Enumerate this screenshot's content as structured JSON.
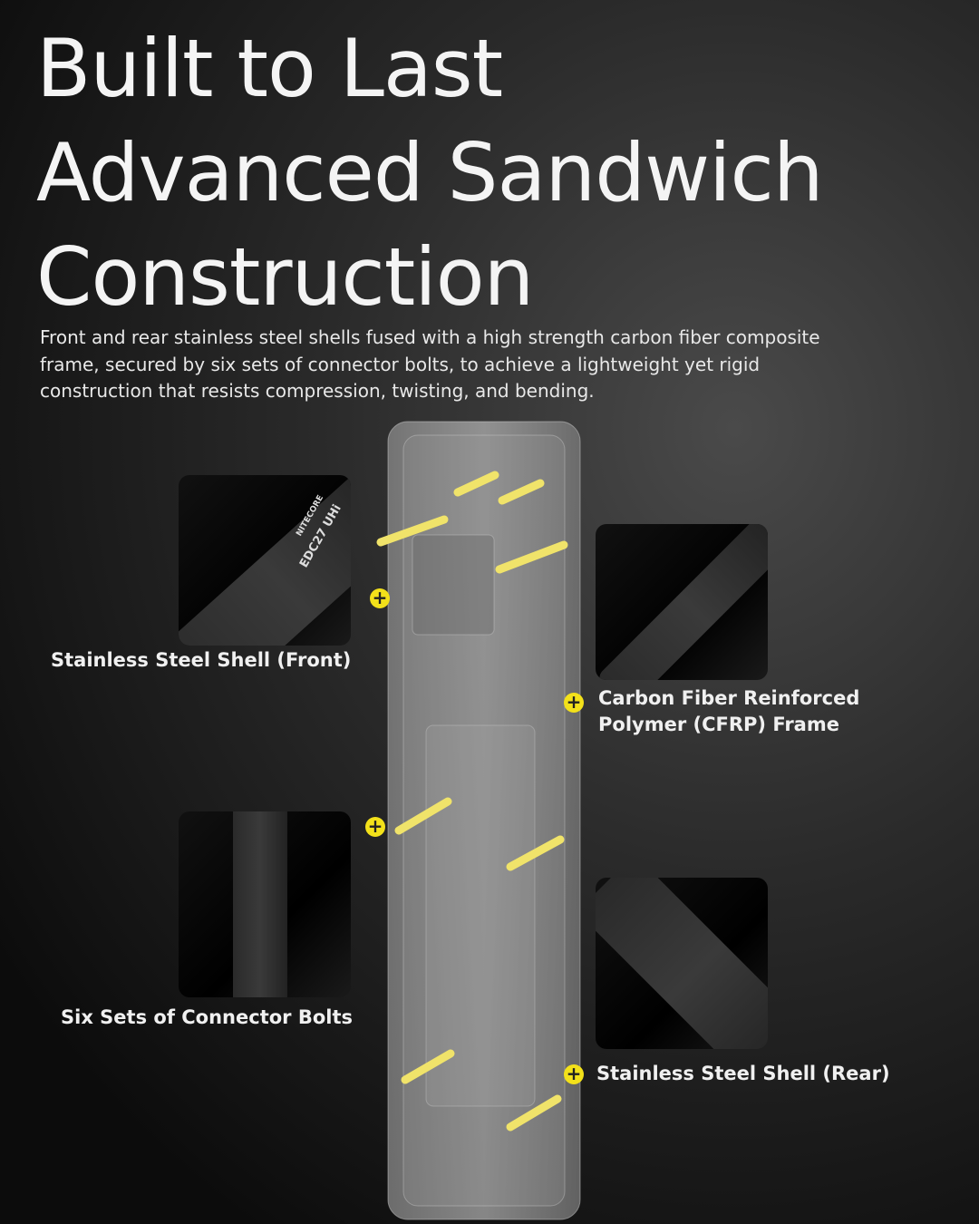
{
  "title": {
    "lines": [
      "Built to Last",
      "Advanced Sandwich",
      "Construction"
    ]
  },
  "description": "Front and rear stainless steel shells fused with a high strength carbon fiber composite frame, secured by six sets of connector bolts, to achieve a lightweight yet rigid construction that resists compression, twisting, and bending.",
  "callouts": [
    {
      "label": "Stainless Steel Shell (Front)",
      "icon": "plus-icon"
    },
    {
      "label_line1": "Carbon Fiber Reinforced",
      "label_line2": "Polymer (CFRP) Frame",
      "icon": "plus-icon"
    },
    {
      "label": "Six Sets of Connector Bolts",
      "icon": "plus-icon"
    },
    {
      "label": "Stainless Steel Shell (Rear)",
      "icon": "plus-icon"
    }
  ],
  "product_lettering": {
    "brand": "NITECORE",
    "model": "EDC27 UHi"
  },
  "colors": {
    "accent": "#f3e11a",
    "background": "#1a1a1a",
    "text": "#f4f4f4"
  }
}
